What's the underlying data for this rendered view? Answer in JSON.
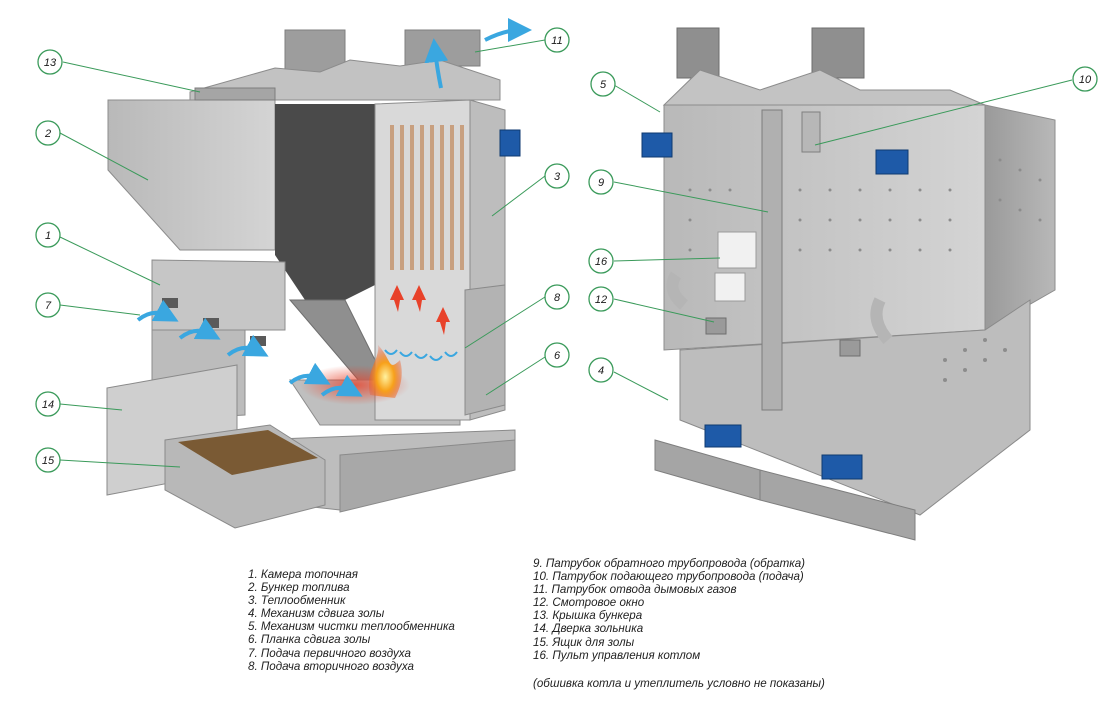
{
  "callouts": [
    "1",
    "2",
    "3",
    "4",
    "5",
    "6",
    "7",
    "8",
    "9",
    "10",
    "11",
    "12",
    "13",
    "14",
    "15",
    "16"
  ],
  "legend": {
    "left": [
      "1. Камера топочная",
      "2. Бункер топлива",
      "3. Теплообменник",
      "4. Механизм сдвига золы",
      "5. Механизм чистки теплообменника",
      "6. Планка сдвига золы",
      "7. Подача первичного воздуха",
      "8. Подача вторичного воздуха"
    ],
    "right": [
      "9. Патрубок обратного трубопровода (обратка)",
      "10. Патрубок подающего трубопровода (подача)",
      "11. Патрубок отвода дымовых газов",
      "12. Смотровое окно",
      "13. Крышка бункера",
      "14. Дверка зольника",
      "15. Ящик для золы",
      "16. Пульт управления котлом"
    ],
    "note": "(обшивка котла и утеплитель условно не показаны)"
  },
  "colors": {
    "callout_line": "#3a9a5a",
    "callout_ring": "#3a9a5a",
    "metal_light": "#c9c9c9",
    "metal_mid": "#a9a9a9",
    "metal_dark": "#7e7e7e",
    "air_arrow": "#3aa7e0",
    "flame": "#f7a11a",
    "hot_arrow": "#e8422a",
    "motor_blue": "#1e5aa8",
    "ash": "#7a5a34"
  }
}
